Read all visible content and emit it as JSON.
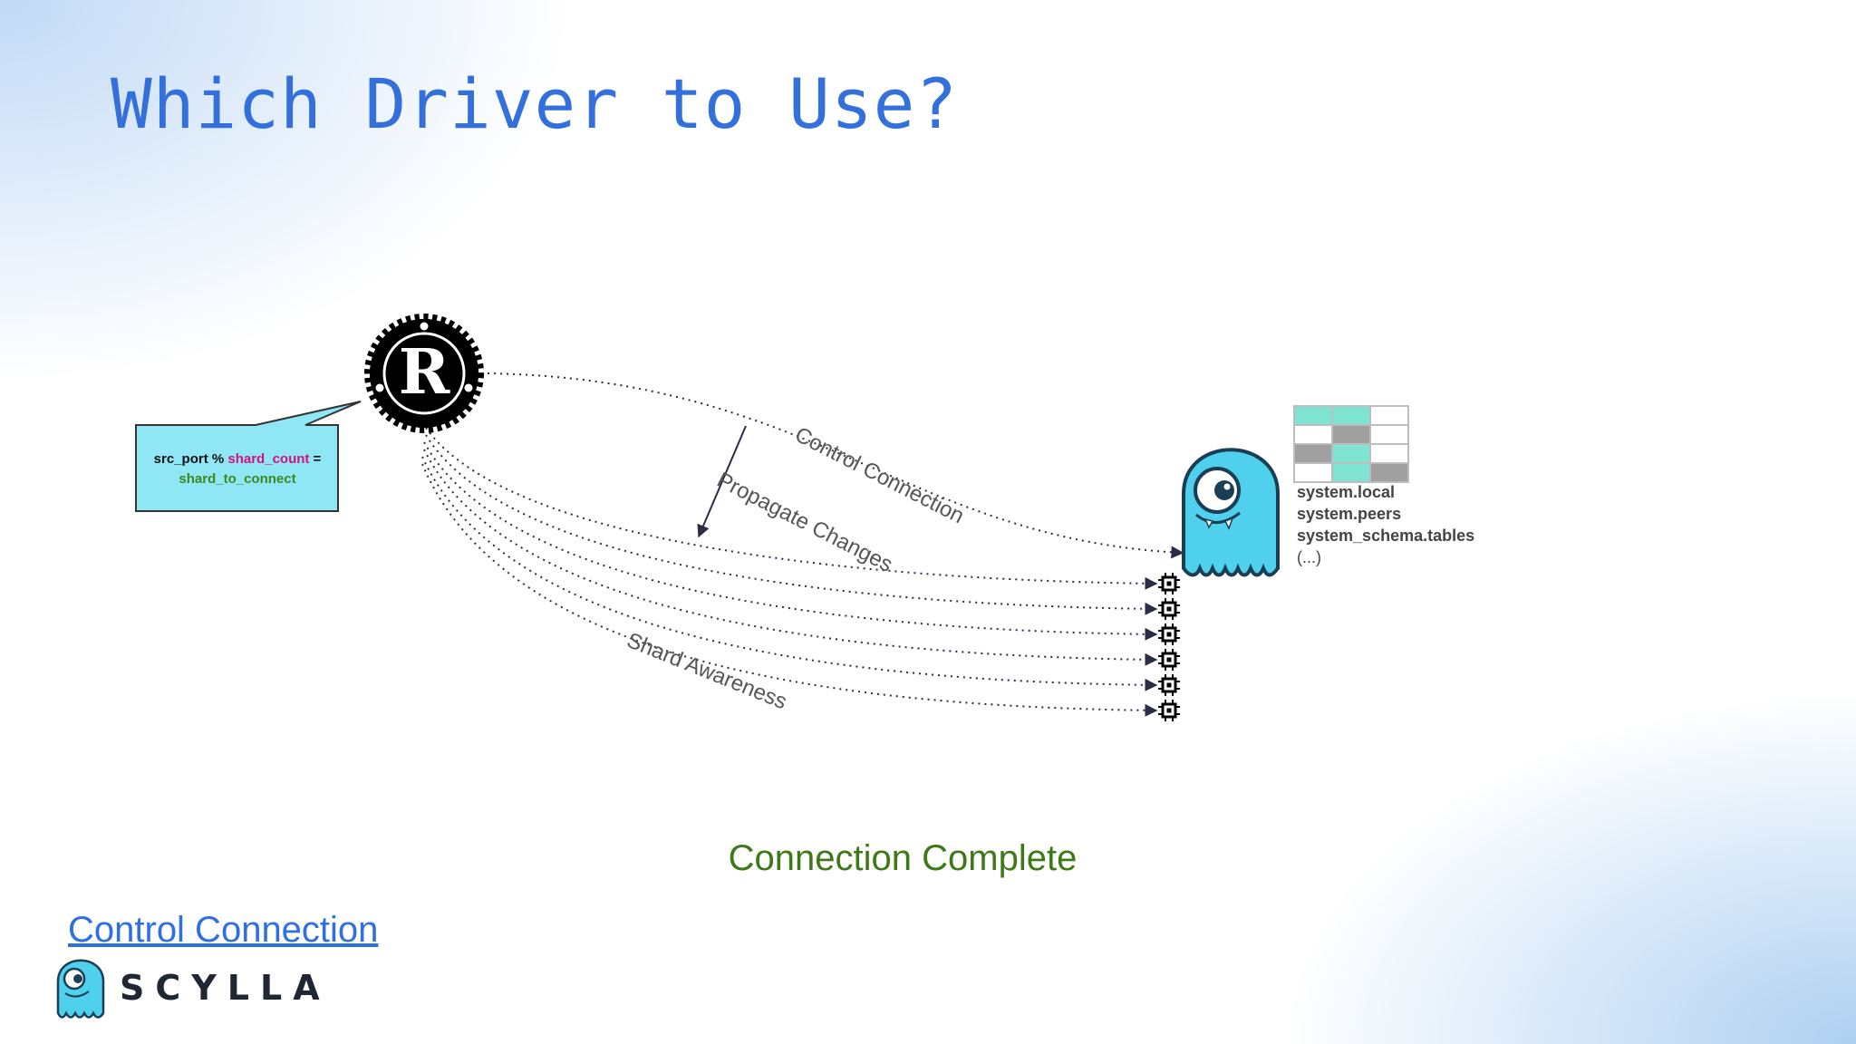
{
  "slide": {
    "title": "Which Driver to Use?"
  },
  "driver": {
    "icon": "rust-logo-icon"
  },
  "callout": {
    "part1": "src_port % ",
    "part2": "shard_count",
    "part3": " =",
    "part4": "shard_to_connect"
  },
  "edges": {
    "control_connection": "Control Connection",
    "propagate_changes": "Propagate Changes",
    "shard_awareness": "Shard Awareness"
  },
  "server": {
    "icon": "scylla-monster-icon",
    "tables_icon": "table-grid-icon",
    "shard_icon": "cpu-chip-icon",
    "system_tables": [
      "system.local",
      "system.peers",
      "system_schema.tables",
      "(...)"
    ]
  },
  "status": "Connection Complete",
  "footer": {
    "link_label": "Control Connection",
    "brand": "SCYLLA"
  },
  "colors": {
    "title": "#3370dc",
    "status": "#3d7a17",
    "callout_bg": "#8fe6f5",
    "highlight_pink": "#d4127e",
    "highlight_green": "#3a8a1f",
    "table_teal": "#7ee3d1",
    "table_gray": "#a0a0a0",
    "monster": "#4fd0ec"
  }
}
